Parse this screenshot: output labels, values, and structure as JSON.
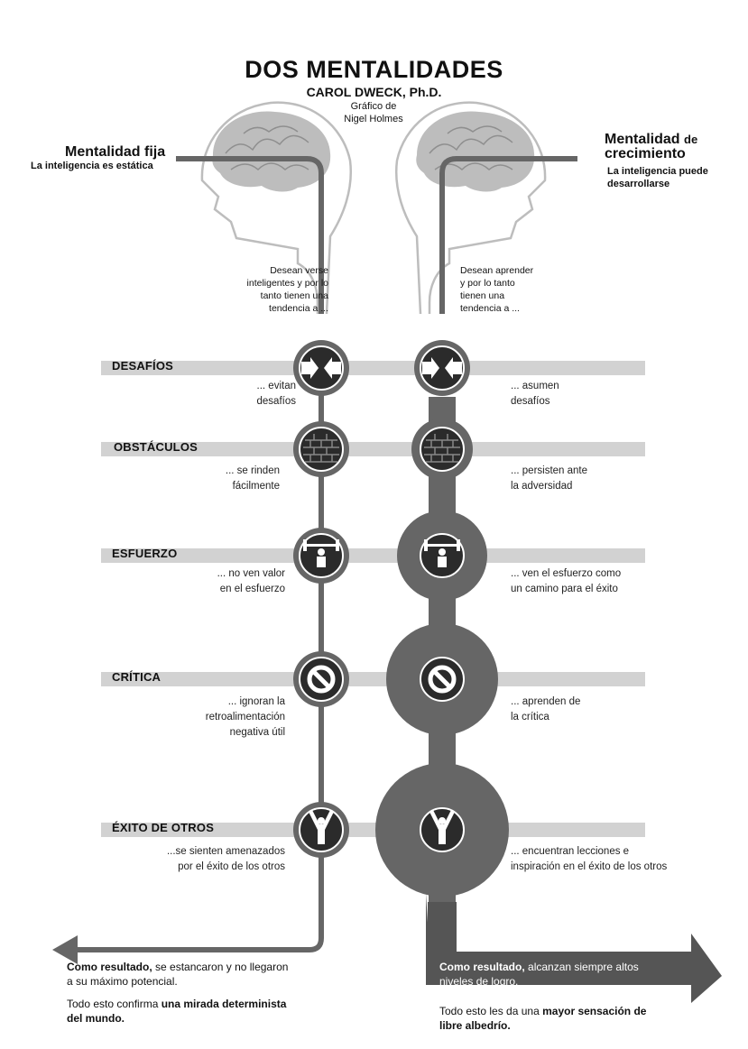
{
  "header": {
    "title": "DOS MENTALIDADES",
    "author": "CAROL DWECK, Ph.D.",
    "credit_line1": "Gráfico de",
    "credit_line2": "Nigel Holmes"
  },
  "fixed": {
    "title": "Mentalidad fija",
    "subtitle": "La inteligencia es estática",
    "intro": [
      "Desean verse",
      "inteligentes y por lo",
      "tanto tienen una",
      "tendencia a ..."
    ]
  },
  "growth": {
    "title_word": "Mentalidad",
    "title_small": "de",
    "title_line2": "crecimiento",
    "subtitle": [
      "La inteligencia puede",
      "desarrollarse"
    ],
    "intro": [
      "Desean aprender",
      "y por lo tanto",
      "tienen una",
      "tendencia a ..."
    ]
  },
  "rows": [
    {
      "label": "DESAFÍOS",
      "icon": "challenge-arrows-icon",
      "fixed": [
        "... evitan",
        "desafíos"
      ],
      "growth": [
        "... asumen",
        "desafíos"
      ]
    },
    {
      "label": "OBSTÁCULOS",
      "icon": "brick-wall-icon",
      "fixed": [
        "... se rinden",
        "fácilmente"
      ],
      "growth": [
        "... persisten ante",
        "la adversidad"
      ]
    },
    {
      "label": "ESFUERZO",
      "icon": "weightlifter-icon",
      "fixed": [
        "... no ven valor",
        "en el esfuerzo"
      ],
      "growth": [
        "... ven el esfuerzo como",
        "un camino para el éxito"
      ]
    },
    {
      "label": "CRÍTICA",
      "icon": "prohibited-icon",
      "fixed": [
        "... ignoran la",
        "retroalimentación",
        "negativa útil"
      ],
      "growth": [
        "... aprenden de",
        "la crítica"
      ]
    },
    {
      "label": "ÉXITO DE OTROS",
      "icon": "celebrating-person-icon",
      "fixed": [
        "...se sienten amenazados",
        "por el éxito de los otros"
      ],
      "growth": [
        "... encuentran lecciones e",
        "inspiración en el éxito de los otros"
      ]
    }
  ],
  "outcome_fixed": {
    "bold1": "Como resultado,",
    "text1": " se estancaron y no llegaron",
    "text2": "a su máximo potencial.",
    "text3": "Todo esto confirma ",
    "bold2": "una mirada determinista",
    "bold3": "del mundo."
  },
  "outcome_growth": {
    "bold1": "Como resultado,",
    "text1": " alcanzan siempre altos",
    "text2": "niveles de logro.",
    "text3": "Todo esto les da una ",
    "bold2": "mayor sensación de",
    "bold3": "libre albedrío."
  },
  "colors": {
    "band": "#d2d2d2",
    "dark": "#2b2b2b",
    "track": "#666666",
    "head": "#bdbdbd",
    "arrow_growth": "#555555"
  }
}
